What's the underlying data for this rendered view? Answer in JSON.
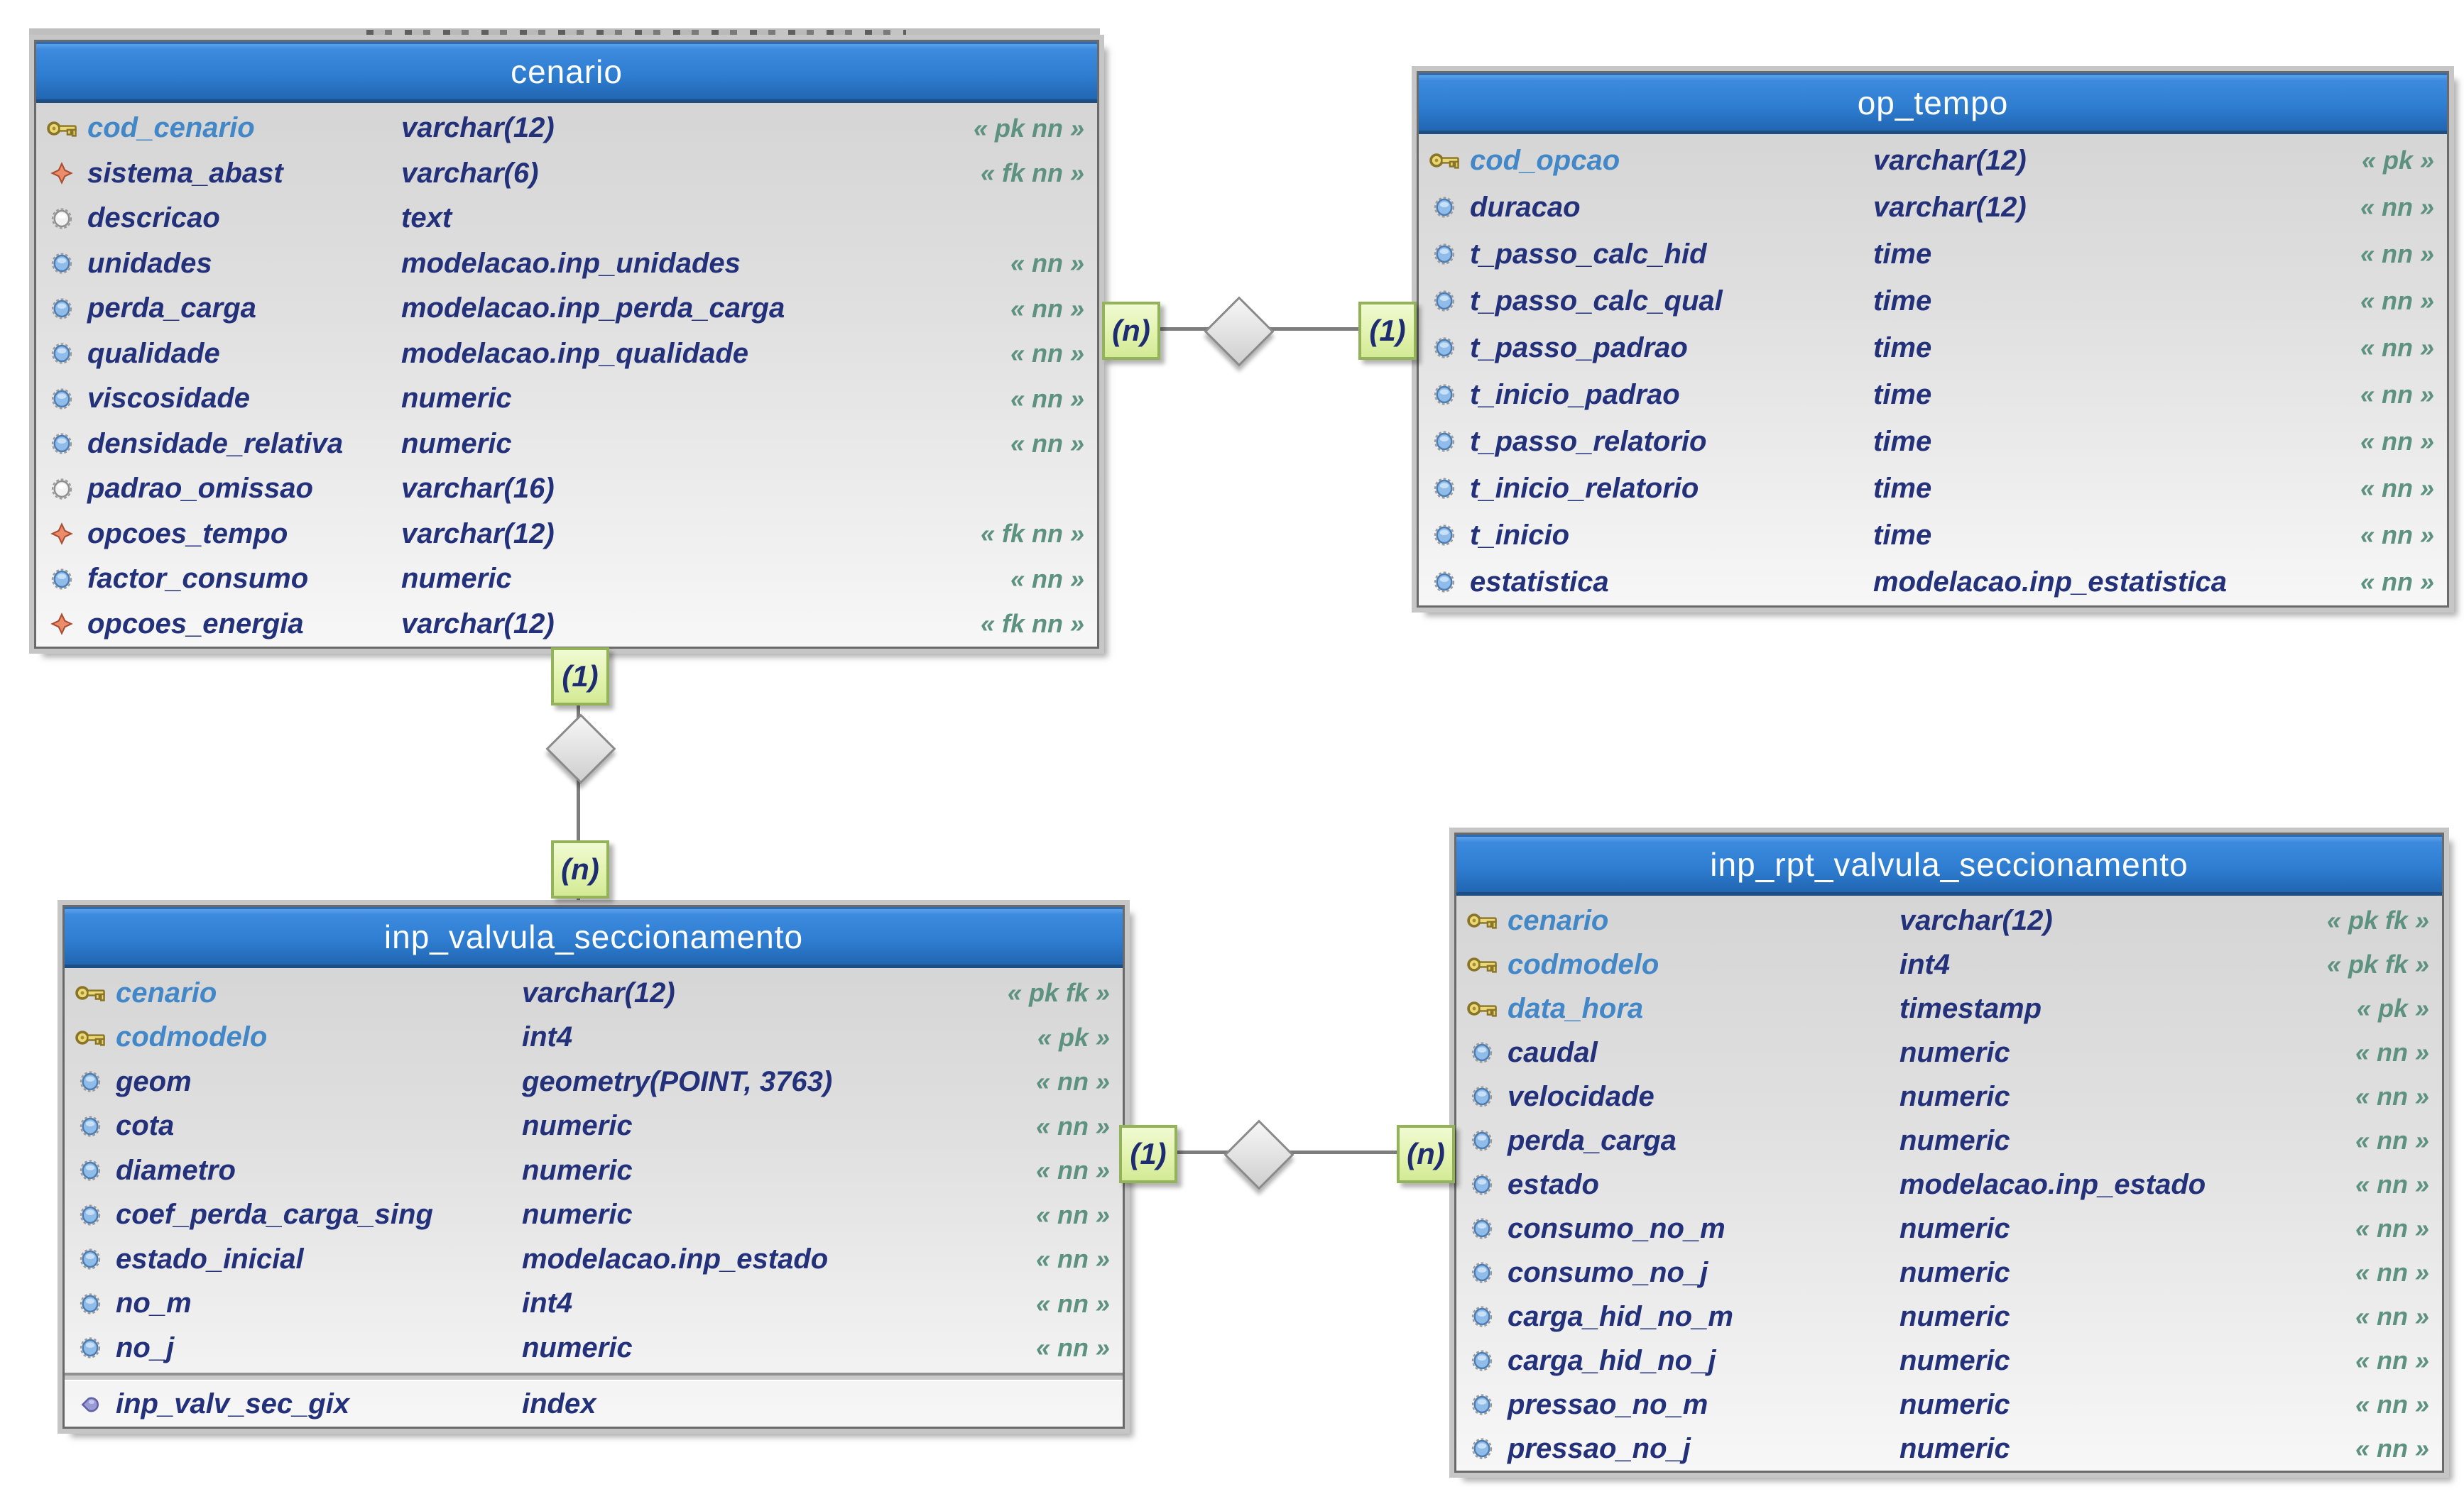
{
  "palette": {
    "header_blue_top": "#4a97e6",
    "header_blue_bottom": "#2166b2",
    "body_gray": "#dcdcdc",
    "label_green_bg": "#e2f3ae",
    "label_green_border": "#93b259",
    "pk_name_blue": "#4287c7",
    "field_navy": "#23307a",
    "constraint_teal_green": "#5d9180",
    "key_gold": "#ead879",
    "fk_salmon": "#ec8c6a",
    "notnull_blue": "#8fbce9",
    "index_purple": "#9b9cd6",
    "line_gray": "#7d7d7d"
  },
  "tables": [
    {
      "id": "cenario",
      "title": "cenario",
      "columns": [
        {
          "icon": "primary-key",
          "name": "cod_cenario",
          "type": "varchar(12)",
          "flags": "« pk nn »"
        },
        {
          "icon": "foreign-key",
          "name": "sistema_abast",
          "type": "varchar(6)",
          "flags": "« fk nn »"
        },
        {
          "icon": "nullable",
          "name": "descricao",
          "type": "text",
          "flags": ""
        },
        {
          "icon": "not-null",
          "name": "unidades",
          "type": "modelacao.inp_unidades",
          "flags": "« nn »"
        },
        {
          "icon": "not-null",
          "name": "perda_carga",
          "type": "modelacao.inp_perda_carga",
          "flags": "« nn »"
        },
        {
          "icon": "not-null",
          "name": "qualidade",
          "type": "modelacao.inp_qualidade",
          "flags": "« nn »"
        },
        {
          "icon": "not-null",
          "name": "viscosidade",
          "type": "numeric",
          "flags": "« nn »"
        },
        {
          "icon": "not-null",
          "name": "densidade_relativa",
          "type": "numeric",
          "flags": "« nn »"
        },
        {
          "icon": "nullable",
          "name": "padrao_omissao",
          "type": "varchar(16)",
          "flags": ""
        },
        {
          "icon": "foreign-key",
          "name": "opcoes_tempo",
          "type": "varchar(12)",
          "flags": "« fk nn »"
        },
        {
          "icon": "not-null",
          "name": "factor_consumo",
          "type": "numeric",
          "flags": "« nn »"
        },
        {
          "icon": "foreign-key",
          "name": "opcoes_energia",
          "type": "varchar(12)",
          "flags": "« fk nn »"
        }
      ]
    },
    {
      "id": "op_tempo",
      "title": "op_tempo",
      "columns": [
        {
          "icon": "primary-key",
          "name": "cod_opcao",
          "type": "varchar(12)",
          "flags": "« pk »"
        },
        {
          "icon": "not-null",
          "name": "duracao",
          "type": "varchar(12)",
          "flags": "« nn »"
        },
        {
          "icon": "not-null",
          "name": "t_passo_calc_hid",
          "type": "time",
          "flags": "« nn »"
        },
        {
          "icon": "not-null",
          "name": "t_passo_calc_qual",
          "type": "time",
          "flags": "« nn »"
        },
        {
          "icon": "not-null",
          "name": "t_passo_padrao",
          "type": "time",
          "flags": "« nn »"
        },
        {
          "icon": "not-null",
          "name": "t_inicio_padrao",
          "type": "time",
          "flags": "« nn »"
        },
        {
          "icon": "not-null",
          "name": "t_passo_relatorio",
          "type": "time",
          "flags": "« nn »"
        },
        {
          "icon": "not-null",
          "name": "t_inicio_relatorio",
          "type": "time",
          "flags": "« nn »"
        },
        {
          "icon": "not-null",
          "name": "t_inicio",
          "type": "time",
          "flags": "« nn »"
        },
        {
          "icon": "not-null",
          "name": "estatistica",
          "type": "modelacao.inp_estatistica",
          "flags": "« nn »"
        }
      ]
    },
    {
      "id": "inp_valvula_seccionamento",
      "title": "inp_valvula_seccionamento",
      "columns": [
        {
          "icon": "primary-key",
          "name": "cenario",
          "type": "varchar(12)",
          "flags": "« pk fk »"
        },
        {
          "icon": "primary-key",
          "name": "codmodelo",
          "type": "int4",
          "flags": "« pk »"
        },
        {
          "icon": "not-null",
          "name": "geom",
          "type": "geometry(POINT, 3763)",
          "flags": "« nn »"
        },
        {
          "icon": "not-null",
          "name": "cota",
          "type": "numeric",
          "flags": "« nn »"
        },
        {
          "icon": "not-null",
          "name": "diametro",
          "type": "numeric",
          "flags": "« nn »"
        },
        {
          "icon": "not-null",
          "name": "coef_perda_carga_sing",
          "type": "numeric",
          "flags": "« nn »"
        },
        {
          "icon": "not-null",
          "name": "estado_inicial",
          "type": "modelacao.inp_estado",
          "flags": "« nn »"
        },
        {
          "icon": "not-null",
          "name": "no_m",
          "type": "int4",
          "flags": "« nn »"
        },
        {
          "icon": "not-null",
          "name": "no_j",
          "type": "numeric",
          "flags": "« nn »"
        }
      ],
      "index_rows": [
        {
          "icon": "index",
          "name": "inp_valv_sec_gix",
          "type": "index",
          "flags": ""
        }
      ]
    },
    {
      "id": "inp_rpt_valvula_seccionamento",
      "title": "inp_rpt_valvula_seccionamento",
      "columns": [
        {
          "icon": "primary-key",
          "name": "cenario",
          "type": "varchar(12)",
          "flags": "« pk fk »"
        },
        {
          "icon": "primary-key",
          "name": "codmodelo",
          "type": "int4",
          "flags": "« pk fk »"
        },
        {
          "icon": "primary-key",
          "name": "data_hora",
          "type": "timestamp",
          "flags": "« pk »"
        },
        {
          "icon": "not-null",
          "name": "caudal",
          "type": "numeric",
          "flags": "« nn »"
        },
        {
          "icon": "not-null",
          "name": "velocidade",
          "type": "numeric",
          "flags": "« nn »"
        },
        {
          "icon": "not-null",
          "name": "perda_carga",
          "type": "numeric",
          "flags": "« nn »"
        },
        {
          "icon": "not-null",
          "name": "estado",
          "type": "modelacao.inp_estado",
          "flags": "« nn »"
        },
        {
          "icon": "not-null",
          "name": "consumo_no_m",
          "type": "numeric",
          "flags": "« nn »"
        },
        {
          "icon": "not-null",
          "name": "consumo_no_j",
          "type": "numeric",
          "flags": "« nn »"
        },
        {
          "icon": "not-null",
          "name": "carga_hid_no_m",
          "type": "numeric",
          "flags": "« nn »"
        },
        {
          "icon": "not-null",
          "name": "carga_hid_no_j",
          "type": "numeric",
          "flags": "« nn »"
        },
        {
          "icon": "not-null",
          "name": "pressao_no_m",
          "type": "numeric",
          "flags": "« nn »"
        },
        {
          "icon": "not-null",
          "name": "pressao_no_j",
          "type": "numeric",
          "flags": "« nn »"
        }
      ]
    }
  ],
  "connectors": [
    {
      "from": "cenario",
      "to": "op_tempo",
      "from_label": "(n)",
      "to_label": "(1)"
    },
    {
      "from": "cenario",
      "to": "inp_valvula_seccionamento",
      "from_label": "(1)",
      "to_label": "(n)"
    },
    {
      "from": "inp_valvula_seccionamento",
      "to": "inp_rpt_valvula_seccionamento",
      "from_label": "(1)",
      "to_label": "(n)"
    }
  ]
}
